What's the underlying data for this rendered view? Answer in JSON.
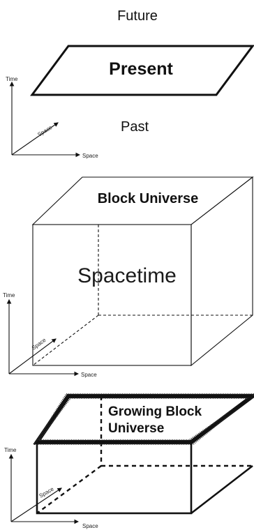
{
  "panels": {
    "present": {
      "future_label": "Future",
      "plane_label": "Present",
      "past_label": "Past",
      "axis_time": "Time",
      "axis_space_diag": "Space",
      "axis_space_horiz": "Space"
    },
    "block": {
      "title": "Block Universe",
      "center_label": "Spacetime",
      "axis_time": "Time",
      "axis_space_diag": "Space",
      "axis_space_horiz": "Space"
    },
    "growing": {
      "title_line1": "Growing Block",
      "title_line2": "Universe",
      "axis_time": "Time",
      "axis_space_diag": "Space",
      "axis_space_horiz": "Space"
    }
  }
}
